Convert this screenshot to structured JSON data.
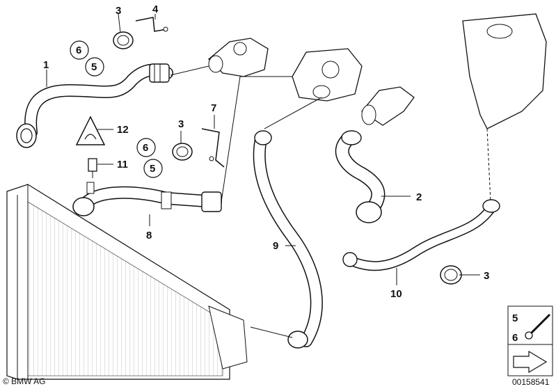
{
  "callouts": {
    "c1": "1",
    "c2": "2",
    "c3a": "3",
    "c3b": "3",
    "c3c": "3",
    "c4": "4",
    "c5a": "5",
    "c5b": "5",
    "c6a": "6",
    "c6b": "6",
    "c7": "7",
    "c8": "8",
    "c9": "9",
    "c10": "10",
    "c11": "11",
    "c12": "12"
  },
  "legend": {
    "item5": "5",
    "item6": "6"
  },
  "footer": {
    "copyright": "© BMW AG",
    "diagram_number": "00158541"
  },
  "colors": {
    "line": "#111111",
    "part_fill": "#ffffff",
    "highlight": "#e6e6e6"
  }
}
